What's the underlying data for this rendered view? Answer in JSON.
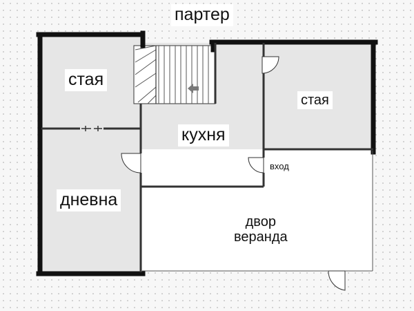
{
  "plan": {
    "title": "партер",
    "rooms": {
      "room_left": "стая",
      "room_right": "стая",
      "kitchen": "кухня",
      "living": "дневна",
      "yard_line1": "двор",
      "yard_line2": "веранда"
    },
    "entrance": "вход",
    "colors": {
      "wall": "#111111",
      "room_fill": "#e6e6e6",
      "yard_fill": "#ffffff",
      "background": "#f7f7f7",
      "arrow": "#7a7a7a"
    }
  }
}
